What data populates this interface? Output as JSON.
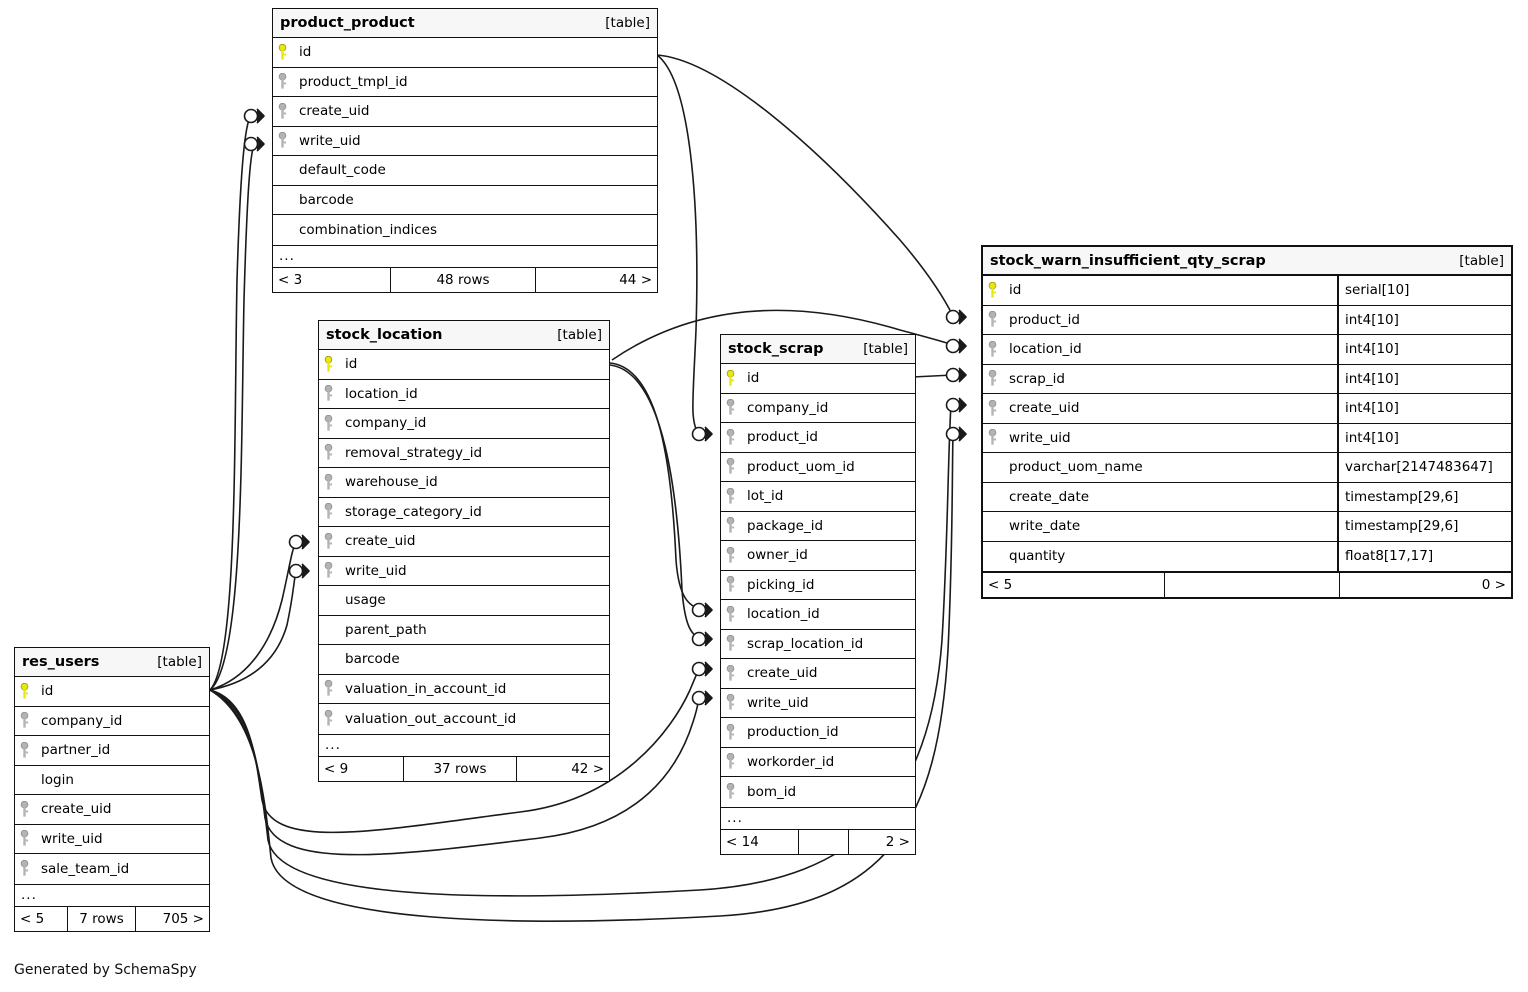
{
  "diagram": {
    "kind": "database-schema-erd",
    "generator_credit": "Generated by SchemaSpy",
    "table_tag": "[table]",
    "ellipsis": "..."
  },
  "tables": {
    "product_product": {
      "name": "product_product",
      "tag": "[table]",
      "columns": [
        {
          "name": "id",
          "key": "primary"
        },
        {
          "name": "product_tmpl_id",
          "key": "foreign"
        },
        {
          "name": "create_uid",
          "key": "foreign"
        },
        {
          "name": "write_uid",
          "key": "foreign"
        },
        {
          "name": "default_code",
          "key": "none"
        },
        {
          "name": "barcode",
          "key": "none"
        },
        {
          "name": "combination_indices",
          "key": "none"
        }
      ],
      "has_more": true,
      "footer": {
        "left": "< 3",
        "middle": "48 rows",
        "right": "44 >"
      }
    },
    "stock_location": {
      "name": "stock_location",
      "tag": "[table]",
      "columns": [
        {
          "name": "id",
          "key": "primary"
        },
        {
          "name": "location_id",
          "key": "foreign"
        },
        {
          "name": "company_id",
          "key": "foreign"
        },
        {
          "name": "removal_strategy_id",
          "key": "foreign"
        },
        {
          "name": "warehouse_id",
          "key": "foreign"
        },
        {
          "name": "storage_category_id",
          "key": "foreign"
        },
        {
          "name": "create_uid",
          "key": "foreign"
        },
        {
          "name": "write_uid",
          "key": "foreign"
        },
        {
          "name": "usage",
          "key": "none"
        },
        {
          "name": "parent_path",
          "key": "none"
        },
        {
          "name": "barcode",
          "key": "none"
        },
        {
          "name": "valuation_in_account_id",
          "key": "foreign"
        },
        {
          "name": "valuation_out_account_id",
          "key": "foreign"
        }
      ],
      "has_more": true,
      "footer": {
        "left": "< 9",
        "middle": "37 rows",
        "right": "42 >"
      }
    },
    "stock_scrap": {
      "name": "stock_scrap",
      "tag": "[table]",
      "columns": [
        {
          "name": "id",
          "key": "primary"
        },
        {
          "name": "company_id",
          "key": "foreign"
        },
        {
          "name": "product_id",
          "key": "foreign"
        },
        {
          "name": "product_uom_id",
          "key": "foreign"
        },
        {
          "name": "lot_id",
          "key": "foreign"
        },
        {
          "name": "package_id",
          "key": "foreign"
        },
        {
          "name": "owner_id",
          "key": "foreign"
        },
        {
          "name": "picking_id",
          "key": "foreign"
        },
        {
          "name": "location_id",
          "key": "foreign"
        },
        {
          "name": "scrap_location_id",
          "key": "foreign"
        },
        {
          "name": "create_uid",
          "key": "foreign"
        },
        {
          "name": "write_uid",
          "key": "foreign"
        },
        {
          "name": "production_id",
          "key": "foreign"
        },
        {
          "name": "workorder_id",
          "key": "foreign"
        },
        {
          "name": "bom_id",
          "key": "foreign"
        }
      ],
      "has_more": true,
      "footer": {
        "left": "< 14",
        "middle": "",
        "right": "2 >"
      }
    },
    "stock_warn_insufficient_qty_scrap": {
      "name": "stock_warn_insufficient_qty_scrap",
      "tag": "[table]",
      "columns": [
        {
          "name": "id",
          "key": "primary",
          "type": "serial[10]"
        },
        {
          "name": "product_id",
          "key": "foreign",
          "type": "int4[10]"
        },
        {
          "name": "location_id",
          "key": "foreign",
          "type": "int4[10]"
        },
        {
          "name": "scrap_id",
          "key": "foreign",
          "type": "int4[10]"
        },
        {
          "name": "create_uid",
          "key": "foreign",
          "type": "int4[10]"
        },
        {
          "name": "write_uid",
          "key": "foreign",
          "type": "int4[10]"
        },
        {
          "name": "product_uom_name",
          "key": "none",
          "type": "varchar[2147483647]"
        },
        {
          "name": "create_date",
          "key": "none",
          "type": "timestamp[29,6]"
        },
        {
          "name": "write_date",
          "key": "none",
          "type": "timestamp[29,6]"
        },
        {
          "name": "quantity",
          "key": "none",
          "type": "float8[17,17]"
        }
      ],
      "has_more": false,
      "footer": {
        "left": "< 5",
        "middle": "",
        "right": "0 >"
      }
    },
    "res_users": {
      "name": "res_users",
      "tag": "[table]",
      "columns": [
        {
          "name": "id",
          "key": "primary"
        },
        {
          "name": "company_id",
          "key": "foreign"
        },
        {
          "name": "partner_id",
          "key": "foreign"
        },
        {
          "name": "login",
          "key": "none"
        },
        {
          "name": "create_uid",
          "key": "foreign"
        },
        {
          "name": "write_uid",
          "key": "foreign"
        },
        {
          "name": "sale_team_id",
          "key": "foreign"
        }
      ],
      "has_more": true,
      "footer": {
        "left": "< 5",
        "middle": "7 rows",
        "right": "705 >"
      }
    }
  },
  "relationships": [
    {
      "from": "res_users.id",
      "to": "product_product.create_uid"
    },
    {
      "from": "res_users.id",
      "to": "product_product.write_uid"
    },
    {
      "from": "res_users.id",
      "to": "stock_location.create_uid"
    },
    {
      "from": "res_users.id",
      "to": "stock_location.write_uid"
    },
    {
      "from": "res_users.id",
      "to": "stock_scrap.create_uid"
    },
    {
      "from": "res_users.id",
      "to": "stock_scrap.write_uid"
    },
    {
      "from": "res_users.id",
      "to": "stock_warn_insufficient_qty_scrap.create_uid"
    },
    {
      "from": "res_users.id",
      "to": "stock_warn_insufficient_qty_scrap.write_uid"
    },
    {
      "from": "product_product.id",
      "to": "stock_scrap.product_id"
    },
    {
      "from": "product_product.id",
      "to": "stock_warn_insufficient_qty_scrap.product_id"
    },
    {
      "from": "stock_location.id",
      "to": "stock_scrap.location_id"
    },
    {
      "from": "stock_location.id",
      "to": "stock_scrap.scrap_location_id"
    },
    {
      "from": "stock_location.id",
      "to": "stock_warn_insufficient_qty_scrap.location_id"
    },
    {
      "from": "stock_scrap.id",
      "to": "stock_warn_insufficient_qty_scrap.scrap_id"
    }
  ],
  "colors": {
    "primary_key": "#e8e80f",
    "foreign_key": "#b3b3b3",
    "line": "#1a1a1a",
    "header_bg": "#f7f7f7",
    "border": "#111111"
  }
}
